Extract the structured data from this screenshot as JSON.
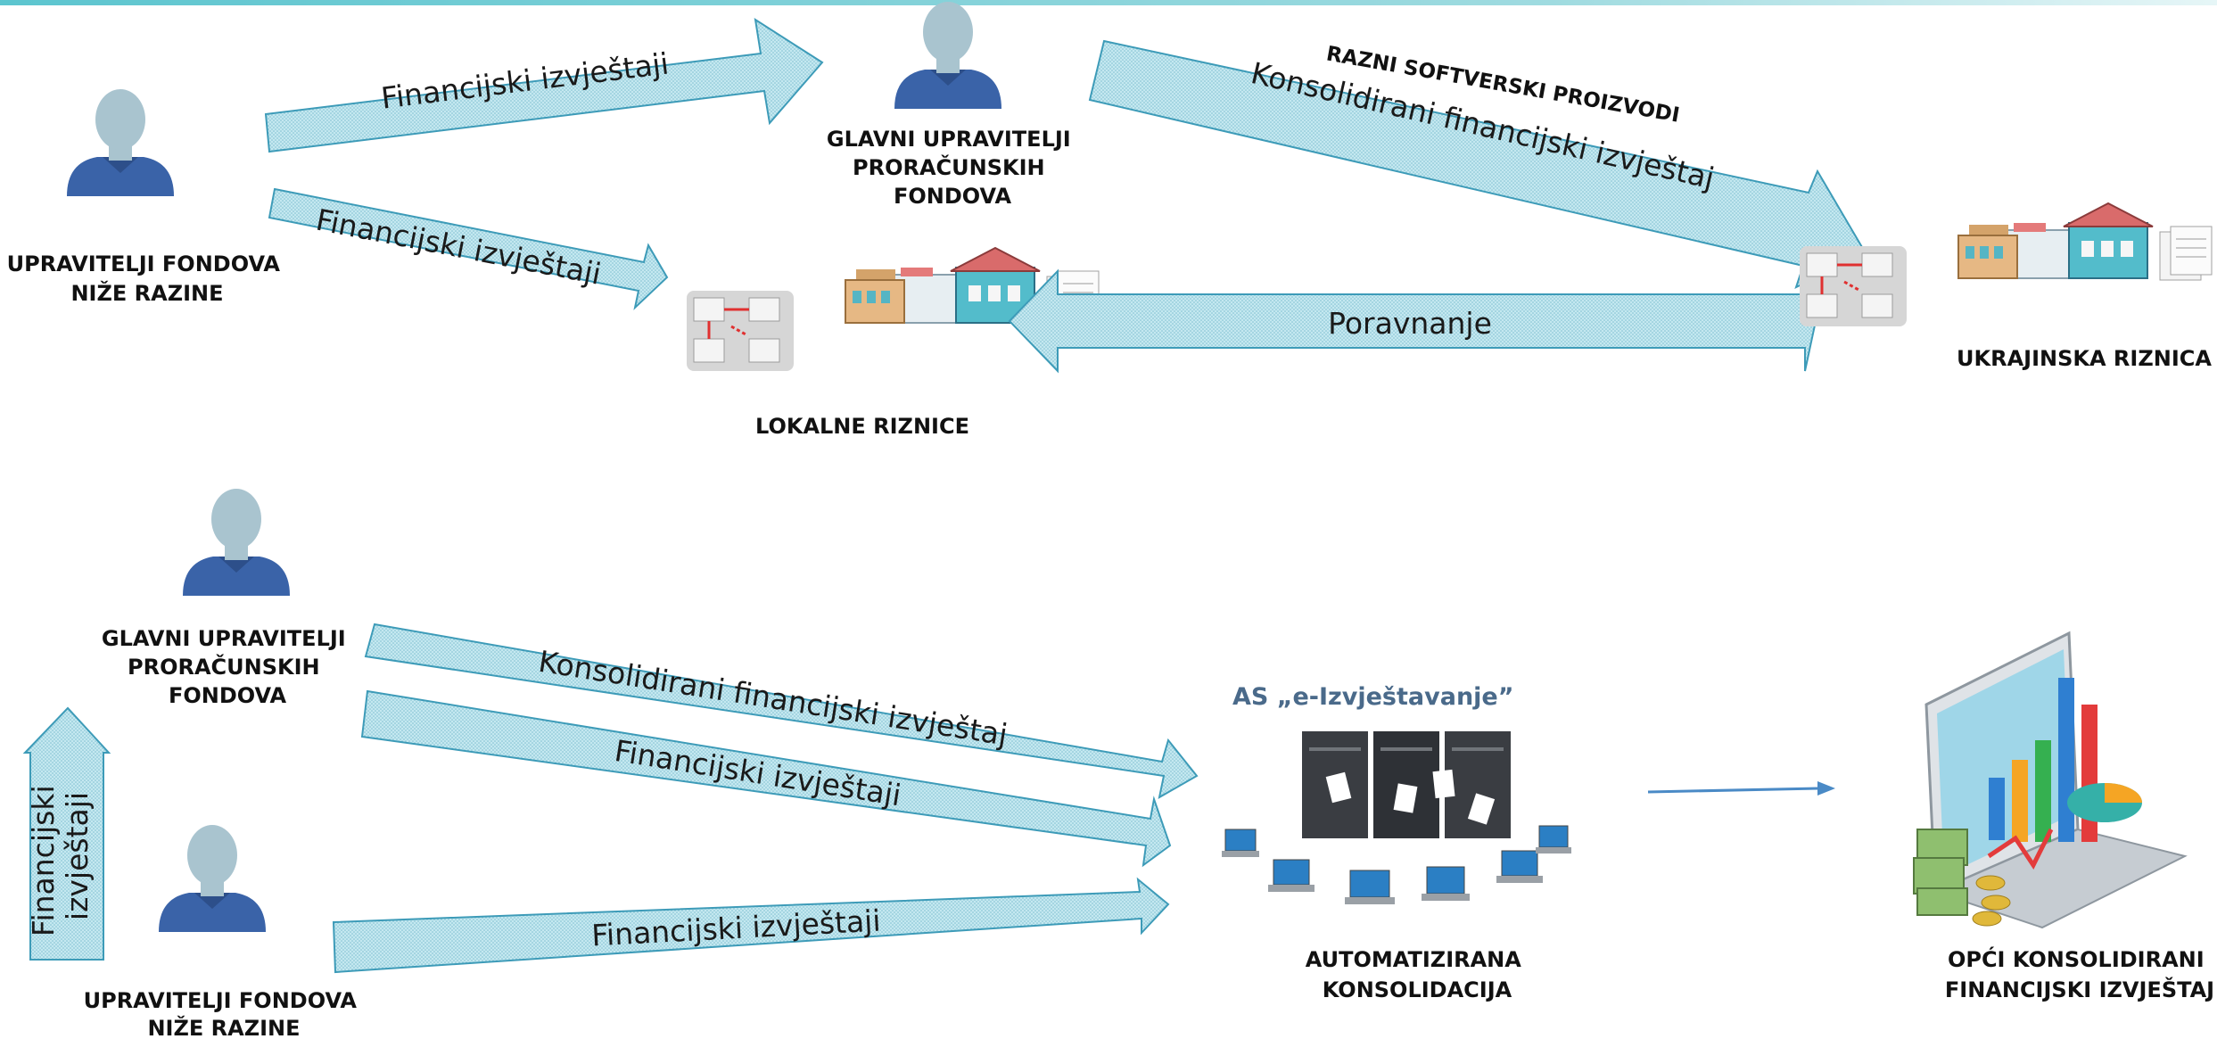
{
  "top": {
    "lower_managers": [
      "UPRAVITELJI FONDOVA",
      "NIŽE RAZINE"
    ],
    "main_managers": [
      "GLAVNI UPRAVITELJI",
      "PRORAČUNSKIH",
      "FONDOVA"
    ],
    "local_treasuries": "LOKALNE RIZNICE",
    "ukrainian_treasury": "UKRAJINSKA RIZNICA",
    "arrow_fin_reports_1": "Financijski izvještaji",
    "arrow_fin_reports_2": "Financijski izvještaji",
    "software_note": "RAZNI SOFTVERSKI PROIZVODI",
    "arrow_consolidated": "Konsolidirani financijski izvještaj",
    "arrow_reconciliation": "Poravnanje"
  },
  "bottom": {
    "main_managers": [
      "GLAVNI UPRAVITELJI",
      "PRORAČUNSKIH",
      "FONDOVA"
    ],
    "lower_managers": [
      "UPRAVITELJI FONDOVA",
      "NIŽE RAZINE"
    ],
    "vertical_arrow": [
      "Financijski",
      "izvještaji"
    ],
    "arrow_consolidated": "Konsolidirani financijski izvještaj",
    "arrow_fin_reports_1": "Financijski izvještaji",
    "arrow_fin_reports_2": "Financijski izvještaji",
    "system_name": "AS „e-Izvještavanje”",
    "automated": [
      "AUTOMATIZIRANA",
      "KONSOLIDACIJA"
    ],
    "general_report": [
      "OPĆI KONSOLIDIRANI",
      "FINANCIJSKI IZVJEŠTAJ"
    ]
  },
  "colors": {
    "arrow_fill": "#bfe6ef",
    "arrow_stroke": "#3d9bb8",
    "person_head": "#a9c4cf",
    "person_body": "#3a63a8",
    "top_bar": "#7fcfd8"
  }
}
